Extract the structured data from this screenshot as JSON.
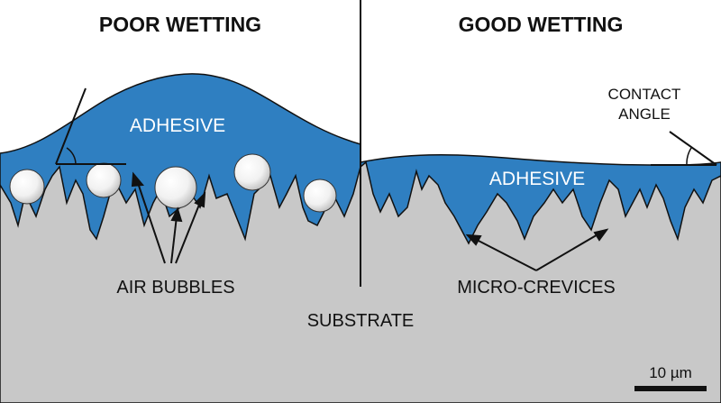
{
  "headings": {
    "left": "POOR WETTING",
    "right": "GOOD WETTING"
  },
  "labels": {
    "adhesive_left": "ADHESIVE",
    "adhesive_right": "ADHESIVE",
    "air_bubbles": "AIR BUBBLES",
    "micro_crevices": "MICRO-CREVICES",
    "substrate": "SUBSTRATE",
    "contact_angle_line1": "CONTACT",
    "contact_angle_line2": "ANGLE",
    "scale_bar": "10 µm"
  },
  "colors": {
    "adhesive": "#2f7fc1",
    "substrate": "#c8c8c8",
    "outline": "#111111",
    "bubble": "#f2f2f2"
  }
}
